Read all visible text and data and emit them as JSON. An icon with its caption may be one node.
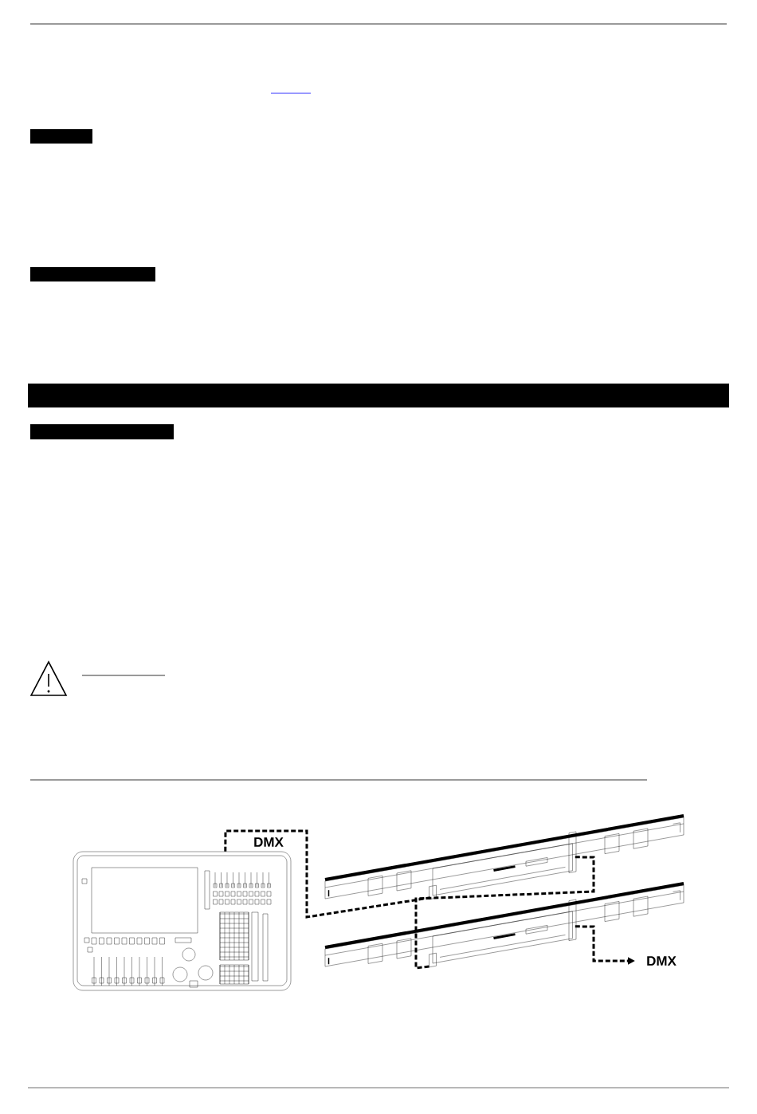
{
  "diagram": {
    "nodes": [
      {
        "text": [],
        "shape": "bar"
      },
      {
        "text": [],
        "shape": "bar"
      },
      {
        "text": [],
        "shape": "bar"
      },
      {
        "text": [],
        "shape": "bar"
      },
      {
        "text": [],
        "shape": "picture"
      },
      {
        "text": [],
        "shape": "picture"
      },
      {
        "text": [],
        "shape": "picture"
      }
    ],
    "edges": [
      {
        "from": 4,
        "to": 5,
        "arrow": "none",
        "style": "dashed",
        "label": "DMX"
      },
      {
        "from": 5,
        "to": 6,
        "arrow": "none",
        "style": "dashed"
      },
      {
        "from": 6,
        "to": null,
        "arrow": "to",
        "style": "dashed",
        "label": "DMX"
      }
    ]
  }
}
